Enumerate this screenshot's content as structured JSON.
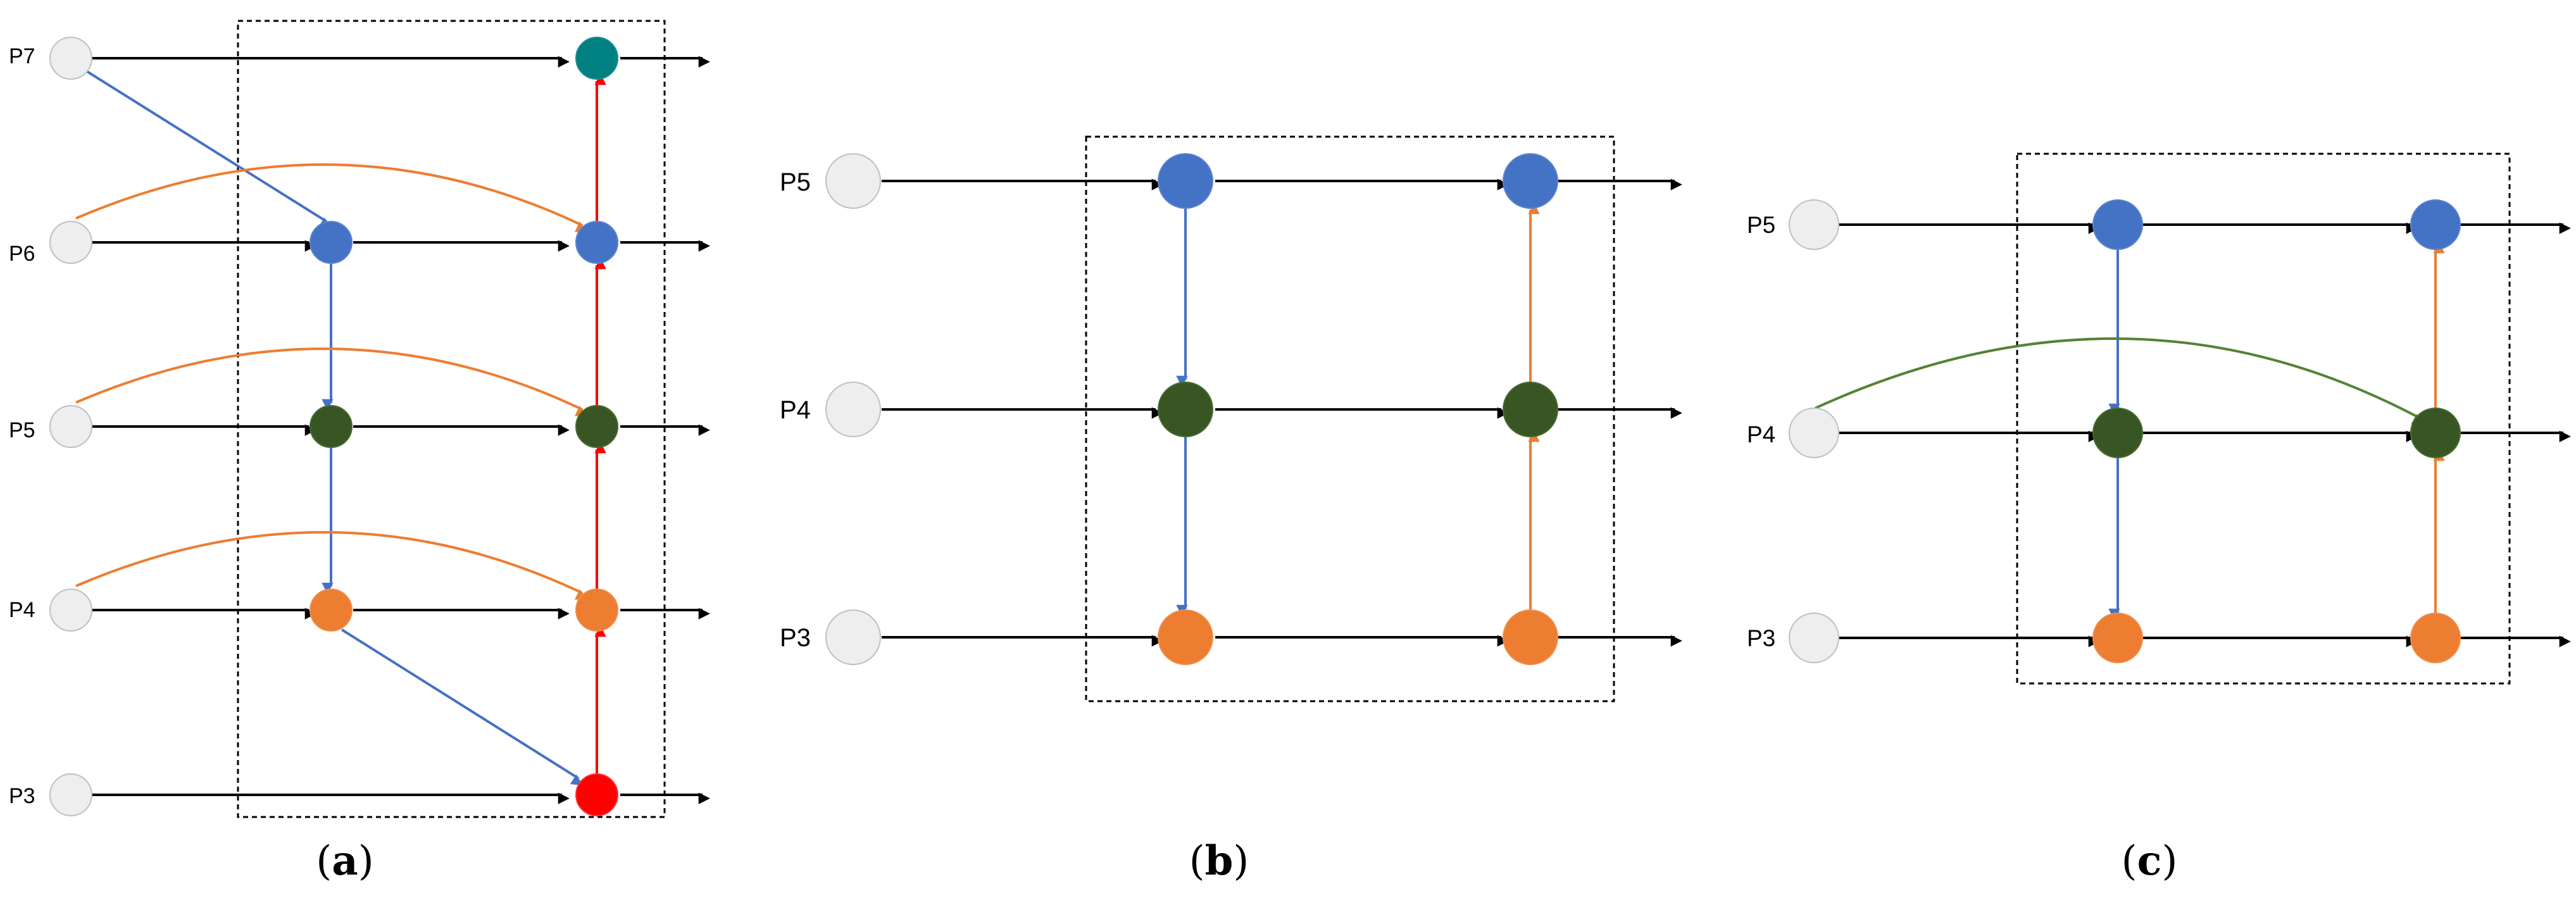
{
  "colors": {
    "input_node": "#EEEEEE",
    "blue": "#4472C4",
    "dark_green": "#375623",
    "orange": "#ED7D31",
    "red": "#FF0000",
    "teal": "#008080",
    "edge_black": "#000000",
    "edge_blue": "#4472C4",
    "edge_orange": "#ED7D31",
    "edge_red": "#FF0000",
    "edge_green": "#548235",
    "box_border": "#000000"
  },
  "panels": [
    {
      "id": "a",
      "caption_open": "(",
      "caption_letter": "a",
      "caption_close": ")",
      "levels": [
        "P7",
        "P6",
        "P5",
        "P4",
        "P3"
      ]
    },
    {
      "id": "b",
      "caption_open": "(",
      "caption_letter": "b",
      "caption_close": ")",
      "levels": [
        "P5",
        "P4",
        "P3"
      ]
    },
    {
      "id": "c",
      "caption_open": "(",
      "caption_letter": "c",
      "caption_close": ")",
      "levels": [
        "P5",
        "P4",
        "P3"
      ]
    }
  ]
}
